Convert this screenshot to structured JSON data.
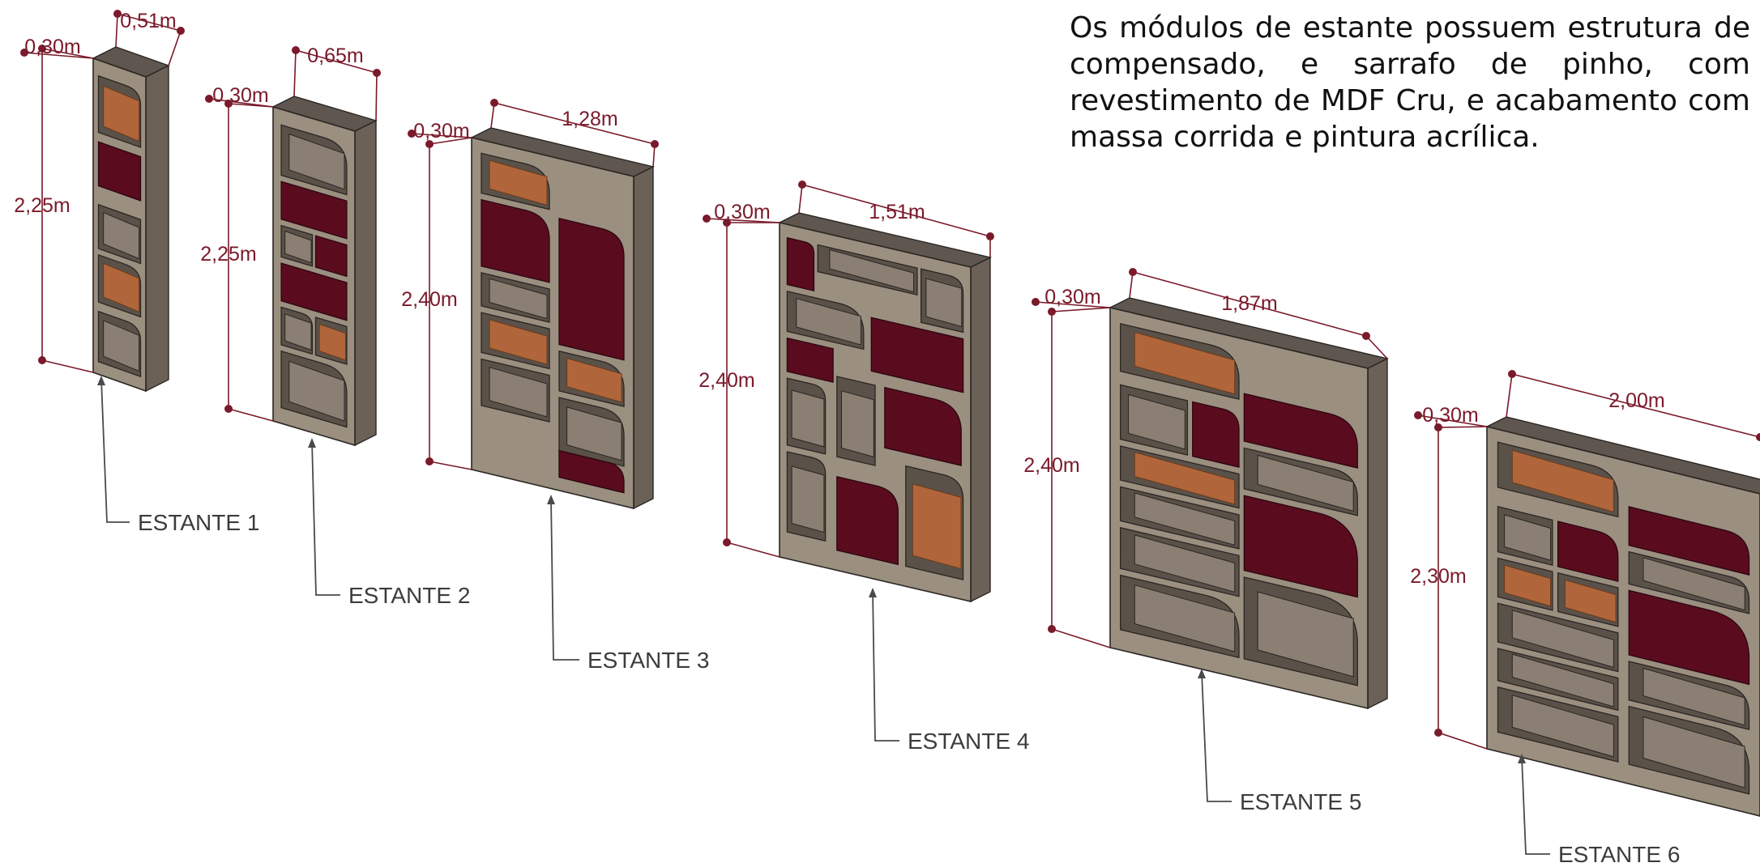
{
  "description": "Os módulos de estante possuem estrutura de compensado, e sarrafo de pinho, com revestimento de MDF Cru, e acabamento com massa corrida e pintura acrílica.",
  "colors": {
    "dimension": "#7a1a2a",
    "label": "#3c3c3c",
    "body": "#9b8f80",
    "niche_accent": "#5a0c1e",
    "wood_accent": "#b0663a"
  },
  "modules": [
    {
      "label": "ESTANTE 1",
      "depth": "0,30m",
      "width": "0,51m",
      "height": "2,25m"
    },
    {
      "label": "ESTANTE 2",
      "depth": "0,30m",
      "width": "0,65m",
      "height": "2,25m"
    },
    {
      "label": "ESTANTE 3",
      "depth": "0,30m",
      "width": "1,28m",
      "height": "2,40m"
    },
    {
      "label": "ESTANTE 4",
      "depth": "0,30m",
      "width": "1,51m",
      "height": "2,40m"
    },
    {
      "label": "ESTANTE 5",
      "depth": "0,30m",
      "width": "1,87m",
      "height": "2,40m"
    },
    {
      "label": "ESTANTE 6",
      "depth": "0,30m",
      "width": "2,00m",
      "height": "2,30m"
    }
  ]
}
